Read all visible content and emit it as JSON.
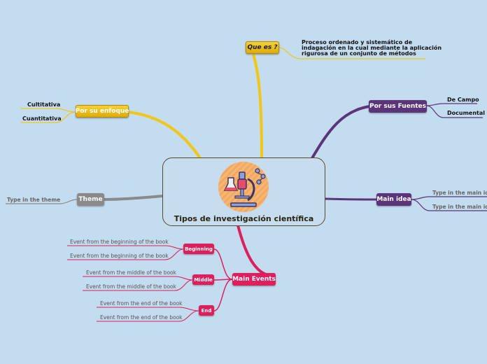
{
  "central": {
    "title": "Tipos de investigación científica",
    "icon": "microscope-lab-icon"
  },
  "que_es": {
    "label": "Que es ?",
    "lines": [
      "Proceso ordenado y sistemático de",
      "indagación en la cual mediante la aplicación",
      "rigurosa de un conjunto de métodos"
    ]
  },
  "por_enfoque": {
    "label": "Por su enfoque",
    "children": [
      "Cultitativa",
      "Cuantitativa"
    ]
  },
  "por_fuentes": {
    "label": "Por  sus Fuentes",
    "children": [
      "De Campo",
      "Documental"
    ]
  },
  "theme": {
    "label": "Theme",
    "children": [
      "Type in the theme"
    ]
  },
  "main_idea": {
    "label": "Main idea",
    "children": [
      "Type in the main ide",
      "Type in the main ide"
    ]
  },
  "main_events": {
    "label": "Main Events",
    "beginning": {
      "label": "Beginning",
      "children": [
        "Event from the beginning of the book",
        "Event from the beginning of the book"
      ]
    },
    "middle": {
      "label": "Middle",
      "children": [
        "Event from the middle of the book",
        "Event from the middle of the book"
      ]
    },
    "end": {
      "label": "End",
      "children": [
        "Event from the end of the book",
        "Event from the end of the book"
      ]
    }
  },
  "colors": {
    "yellow": "#f2c614",
    "yellow_dark": "#d9aa0a",
    "purple": "#5b3479",
    "gray": "#8a8a8a",
    "crimson": "#dd1f5d",
    "background": "#c4dcf0"
  }
}
